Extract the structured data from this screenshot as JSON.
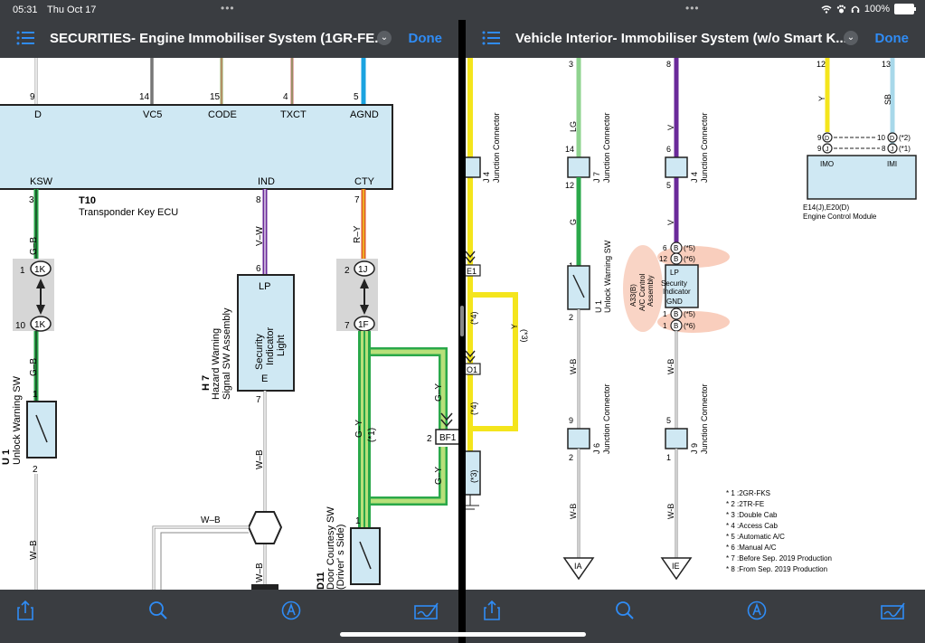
{
  "status": {
    "time": "05:31",
    "date": "Thu Oct 17",
    "battery": "100%",
    "dots": "•••"
  },
  "left": {
    "title": "SECURITIES- Engine Immobiliser System (1GR-FE...",
    "done": "Done",
    "diagram": {
      "pins_top": [
        "9",
        "14",
        "15",
        "4",
        "5"
      ],
      "ecu_terms_top": [
        "D",
        "VC5",
        "CODE",
        "TXCT",
        "AGND"
      ],
      "ecu_terms_bot": [
        "KSW",
        "IND",
        "CTY"
      ],
      "ecu_id": "T10",
      "ecu_name": "Transponder Key ECU",
      "pin3": "3",
      "pin8": "8",
      "pin7": "7",
      "w_gb": "G–B",
      "w_vw": "V–W",
      "w_ry": "R–Y",
      "w_gy": "G–Y",
      "w_wb": "W–B",
      "c1": "1",
      "c1k": "1K",
      "c10": "10",
      "c2": "2",
      "c1j": "1J",
      "c1f": "1F",
      "p6": "6",
      "p7": "7",
      "p1": "1",
      "p2": "2",
      "lp": "LP",
      "e": "E",
      "sec_light": [
        "Security",
        "Indicator",
        "Light"
      ],
      "h7": "H 7",
      "hazard": [
        "Hazard Warning",
        "Signal SW Assembly"
      ],
      "u1": "U 1",
      "unlock": "Unlock Warning SW",
      "bf1": "BF1",
      "star1": "(*1)",
      "d11": "D11",
      "door": [
        "Door Courtesy SW",
        "(Driver' s Side)"
      ]
    }
  },
  "right": {
    "title": "Vehicle Interior- Immobiliser System (w/o Smart K...",
    "done": "Done",
    "diagram": {
      "p3": "3",
      "p8": "8",
      "p12": "12",
      "p13": "13",
      "lg": "LG",
      "v": "V",
      "y": "Y",
      "sb": "SB",
      "g": "G",
      "wb": "W-B",
      "p14": "14",
      "p6": "6",
      "p5": "5",
      "p9": "9",
      "p2": "2",
      "p1": "1",
      "jc": "Junction Connector",
      "j7": "J 7",
      "j4": "J 4",
      "j6": "J 6",
      "j9": "J 9",
      "e1": "E1",
      "o1": "O1",
      "s4": "(*4)",
      "s3": "(*3)",
      "s5": "(*5)",
      "s6": "(*6)",
      "u1": "U 1",
      "unlock": "Unlock Warning SW",
      "a33": "A33(B)",
      "ac": [
        "A/C Control",
        "Assembly"
      ],
      "lp": "LP",
      "sec": [
        "Security",
        "Indicator"
      ],
      "gnd": "GND",
      "b": "B",
      "d": "D",
      "jl": "J",
      "p10": "10",
      "s2": "(*2)",
      "s1": "(*1)",
      "imo": "IMO",
      "imi": "IMI",
      "e14": "E14(J),E20(D)",
      "ecm": "Engine Control Module",
      "ia": "IA",
      "ie": "IE",
      "notes": [
        "* 1 :2GR-FKS",
        "* 2 :2TR-FE",
        "* 3 :Double Cab",
        "* 4 :Access Cab",
        "* 5 :Automatic A/C",
        "* 6 :Manual A/C",
        "* 7 :Before Sep. 2019 Production",
        "* 8 :From Sep. 2019 Production"
      ]
    }
  },
  "colors": {
    "accent": "#2f8cf5",
    "bar": "#3a3d41",
    "ecu_fill": "#cfe8f3",
    "yellow": "#f4e51c",
    "green": "#2aa84a",
    "light_green": "#9fdc5f",
    "purple": "#6a2a9a",
    "sky": "#1aa3e0",
    "red": "#e05a2a"
  }
}
